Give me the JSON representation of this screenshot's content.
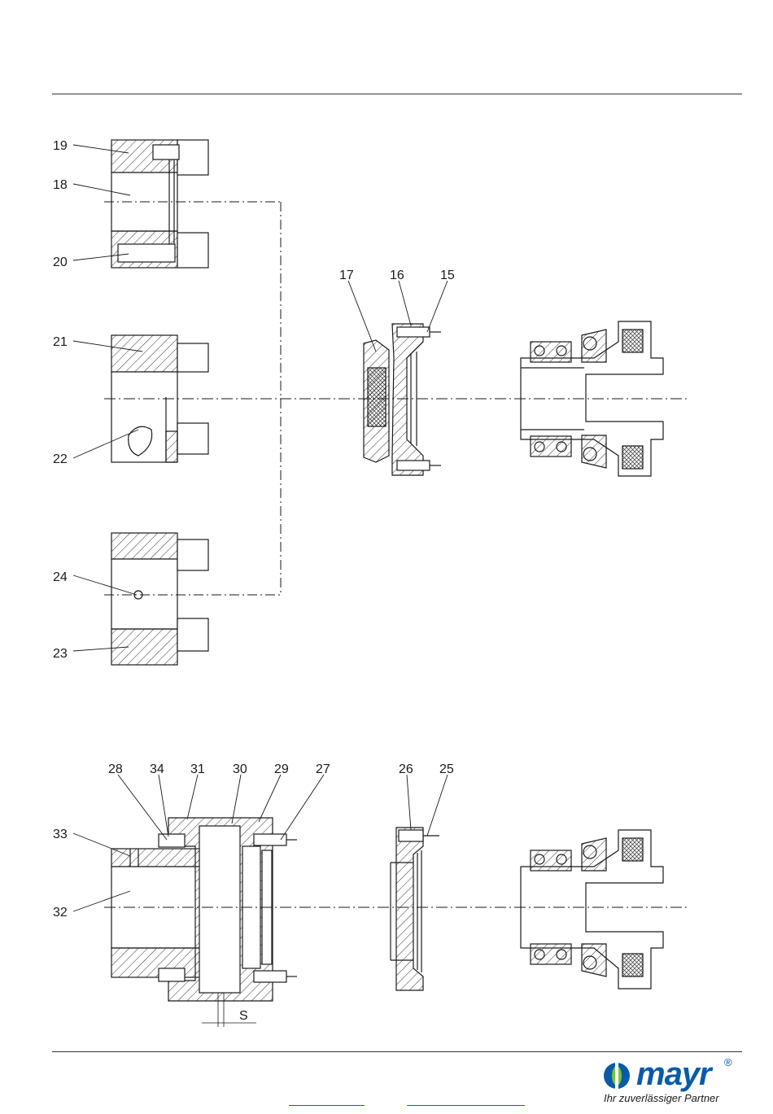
{
  "labels": {
    "l15": "15",
    "l16": "16",
    "l17": "17",
    "l18": "18",
    "l19": "19",
    "l20": "20",
    "l21": "21",
    "l22": "22",
    "l23": "23",
    "l24": "24",
    "l25": "25",
    "l26": "26",
    "l27": "27",
    "l28": "28",
    "l29": "29",
    "l30": "30",
    "l31": "31",
    "l32": "32",
    "l33": "33",
    "l34": "34",
    "gap": "S"
  },
  "brand": {
    "name": "mayr",
    "registered": "®",
    "slogan": "Ihr zuverlässiger Partner",
    "colors": {
      "primary": "#0a5aa8",
      "accent": "#7cc242"
    }
  },
  "colors": {
    "line": "#1a1a1a",
    "link": "#1f4fd6"
  }
}
